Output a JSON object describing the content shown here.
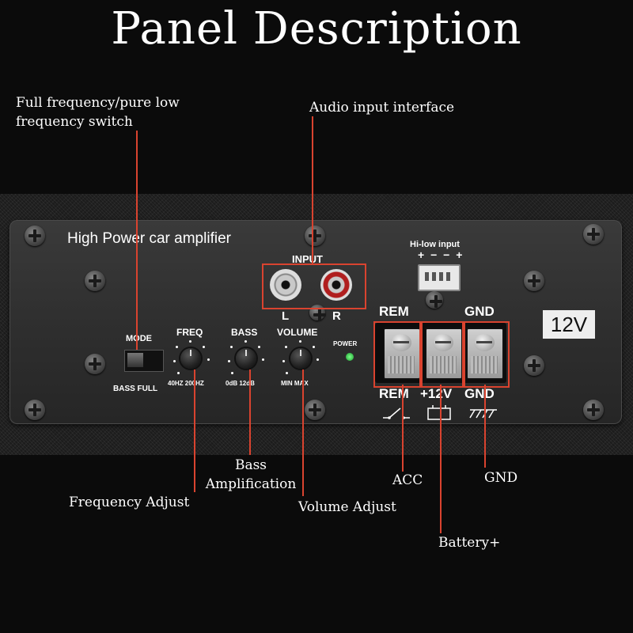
{
  "title": "Panel Description",
  "annotations": {
    "mode_switch": [
      "Full frequency/pure low",
      "frequency switch"
    ],
    "audio_input": "Audio input interface",
    "bass": [
      "Bass",
      "Amplification"
    ],
    "frequency": "Frequency Adjust",
    "volume": "Volume Adjust",
    "acc": "ACC",
    "gnd": "GND",
    "battery": "Battery+"
  },
  "panel": {
    "brand_text": "High Power car amplifier",
    "input_label": "INPUT",
    "input_l": "L",
    "input_r": "R",
    "hilow_label": "Hi-low input",
    "hilow_signs": "+ − − +",
    "badge": "12V",
    "mode_label": "MODE",
    "mode_options": "BASS FULL",
    "freq_label": "FREQ",
    "freq_range": "40HZ 200HZ",
    "bass_label": "BASS",
    "bass_range": "0dB  12dB",
    "volume_label": "VOLUME",
    "volume_range": "MIN  MAX",
    "power_label": "POWER",
    "terminal_top": [
      "REM",
      "GND"
    ],
    "terminal_bottom": [
      "REM",
      "+12V",
      "GND"
    ]
  },
  "colors": {
    "accent": "#d9432f",
    "led": "#3fd35a"
  },
  "icons": [
    "switch-symbol-icon",
    "battery-symbol-icon",
    "ground-symbol-icon"
  ]
}
